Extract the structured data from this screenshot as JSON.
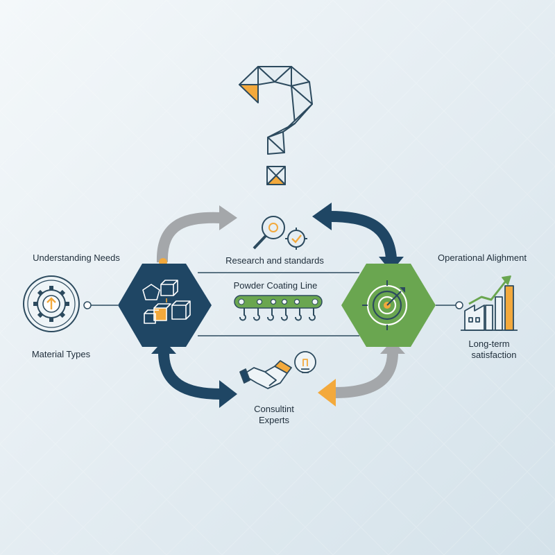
{
  "labels": {
    "understanding_needs": "Understanding Needs",
    "material_types": "Material Types",
    "research_standards": "Research and standards",
    "powder_coating_line": "Powder Coating Line",
    "operational_alignment": "Operational Alighment",
    "long_term": "Long-term",
    "satisfaction": "satisfaction",
    "consultint": "Consultint",
    "experts": "Experts"
  },
  "colors": {
    "navy": "#1f4664",
    "green": "#6aa650",
    "gray": "#a4a7aa",
    "orange": "#f3a93c",
    "outline": "#2c4a5e"
  },
  "icons": {
    "top": "question-mark-icon",
    "left_circle": "gear-upload-icon",
    "left_hex": "boxes-icon",
    "right_hex": "target-icon",
    "right": "factory-growth-chart-icon",
    "top_center": "magnifier-gear-check-icon",
    "bottom_center": "handshake-lightbulb-icon",
    "center": "conveyor-icon"
  }
}
